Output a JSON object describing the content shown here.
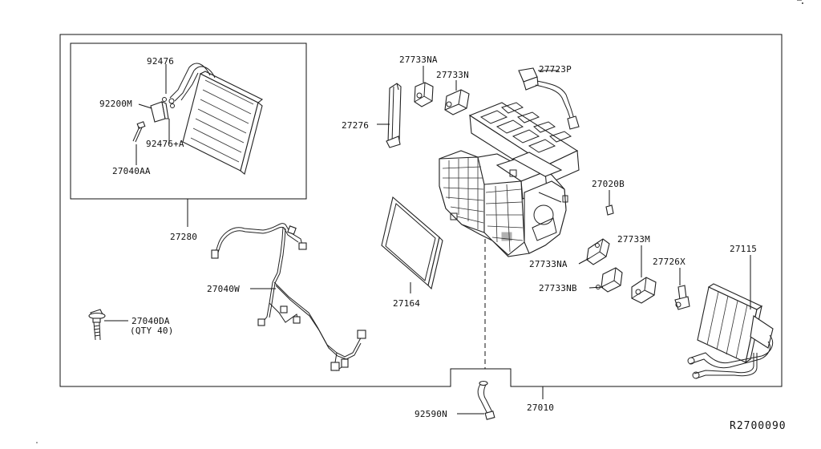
{
  "diagram": {
    "reference_code": "R2700090",
    "callouts": {
      "p92476": "92476",
      "p92200M": "92200M",
      "p92476A": "92476+A",
      "p27040AA": "27040AA",
      "p27280": "27280",
      "p27040W": "27040W",
      "p27040DA": "27040DA",
      "p27040DA_qty": "(QTY 40)",
      "p27733NA_top": "27733NA",
      "p27733N": "27733N",
      "p27723P": "27723P",
      "p27276": "27276",
      "p27020B": "27020B",
      "p27733M": "27733M",
      "p27115": "27115",
      "p27733NA_mid": "27733NA",
      "p27726X": "27726X",
      "p27733NB": "27733NB",
      "p27164": "27164",
      "p92590N": "92590N",
      "p27010": "27010"
    }
  }
}
